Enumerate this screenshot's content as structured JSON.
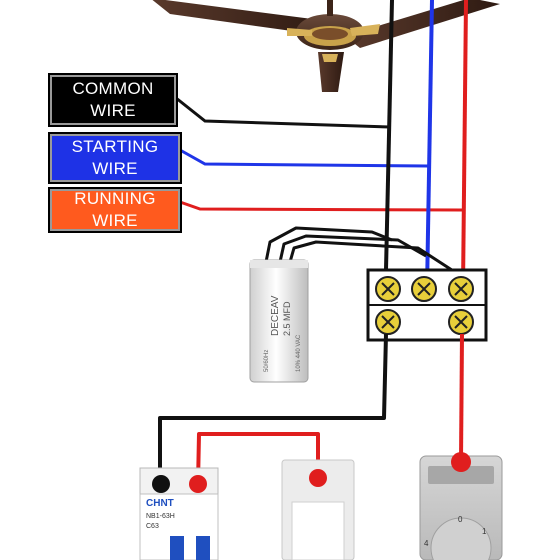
{
  "labels": {
    "common": {
      "text": "COMMON\nWIRE",
      "color": "#000000"
    },
    "starting": {
      "text": "STARTING\nWIRE",
      "color": "#1e32e6"
    },
    "running": {
      "text": "RUNNING\nWIRE",
      "color": "#ff5a1e"
    }
  },
  "wire_colors": {
    "common": "#111111",
    "starting": "#1f35e8",
    "running": "#e01e1e"
  },
  "capacitor": {
    "brand": "DECEAV",
    "rating": "2.5 MFD",
    "spec_lines": [
      "10% 440 VAC",
      "50/60Hz"
    ]
  },
  "mcb": {
    "brand": "CHNT",
    "model": "NB1-63H",
    "rating": "C63"
  },
  "regulator": {
    "dial_marks": [
      "0",
      "1",
      "4"
    ]
  },
  "icons": [
    "ceiling-fan-icon",
    "capacitor-icon",
    "terminal-block-icon",
    "mcb-icon",
    "switch-icon",
    "regulator-icon"
  ]
}
